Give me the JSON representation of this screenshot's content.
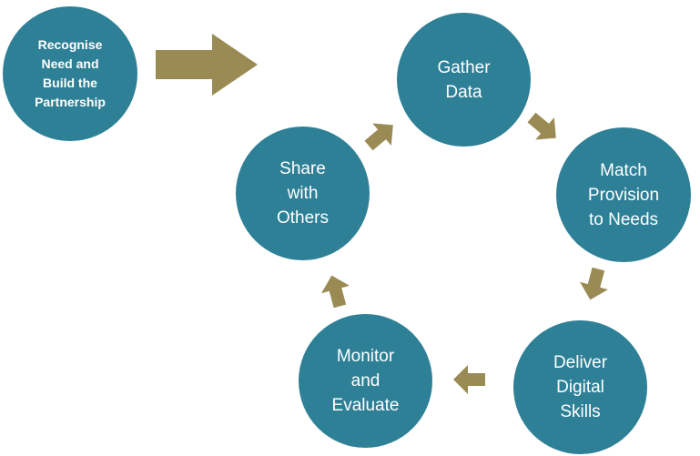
{
  "colors": {
    "circle_fill": "#2e8096",
    "arrow_fill": "#9a8b55",
    "text": "#ffffff",
    "background": "#ffffff"
  },
  "nodes": {
    "start": "Recognise\nNeed and\nBuild the\nPartnership",
    "gather": "Gather\nData",
    "match": "Match\nProvision\nto Needs",
    "deliver": "Deliver\nDigital\nSkills",
    "monitor": "Monitor\nand\nEvaluate",
    "share": "Share\nwith\nOthers"
  }
}
